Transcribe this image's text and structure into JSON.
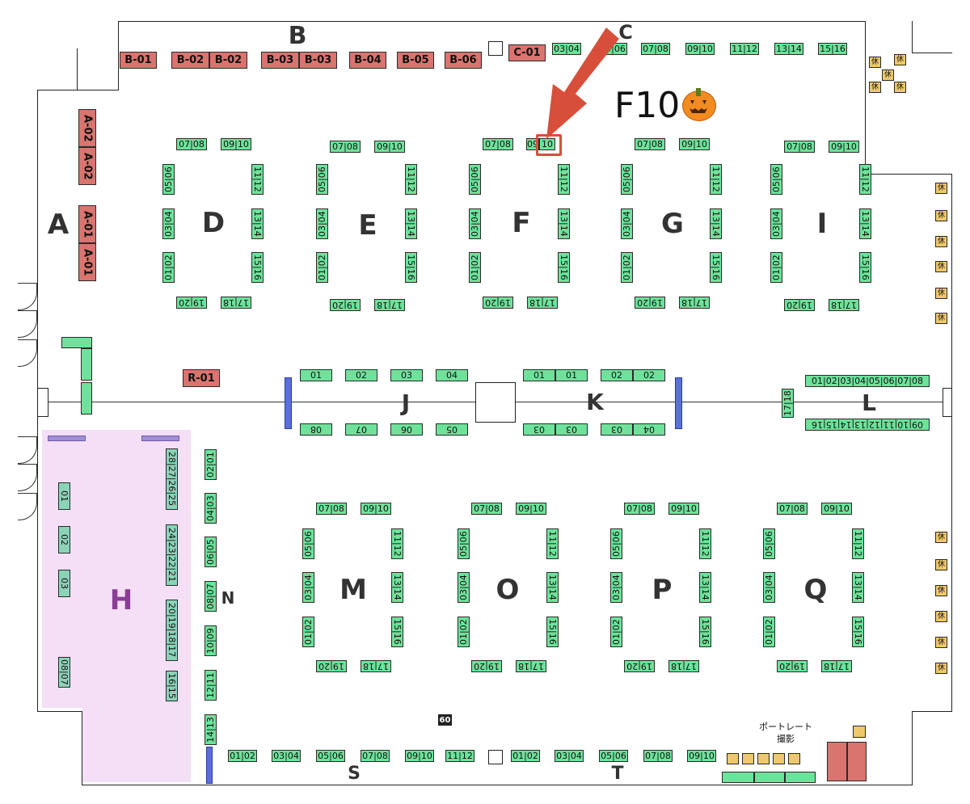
{
  "map": {
    "areas": [
      {
        "id": "A",
        "label": "A"
      },
      {
        "id": "B",
        "label": "B"
      },
      {
        "id": "C",
        "label": "C"
      },
      {
        "id": "D",
        "label": "D"
      },
      {
        "id": "E",
        "label": "E"
      },
      {
        "id": "F",
        "label": "F"
      },
      {
        "id": "G",
        "label": "G"
      },
      {
        "id": "I",
        "label": "I"
      },
      {
        "id": "J",
        "label": "J"
      },
      {
        "id": "K",
        "label": "K"
      },
      {
        "id": "L",
        "label": "L"
      },
      {
        "id": "H",
        "label": "H"
      },
      {
        "id": "N",
        "label": "N"
      },
      {
        "id": "M",
        "label": "M"
      },
      {
        "id": "O",
        "label": "O"
      },
      {
        "id": "P",
        "label": "P"
      },
      {
        "id": "Q",
        "label": "Q"
      },
      {
        "id": "S",
        "label": "S"
      },
      {
        "id": "T",
        "label": "T"
      }
    ],
    "highlight": {
      "booth": "F10",
      "label": "F10",
      "emoji": "🎃"
    },
    "portrait_label_line1": "ポートレート",
    "portrait_label_line2": "撮影",
    "marker_60": "60",
    "kanji": "休",
    "colors": {
      "green": "#6ee29a",
      "red": "#d9746f",
      "yellow": "#eec86a",
      "purple": "#a18fd6",
      "blue": "#5a6fd8",
      "h_zone": "#f5dff7",
      "arrow": "#d74f3b"
    }
  },
  "text": {
    "B01": "B-01",
    "B02": "B-02",
    "B03": "B-03",
    "B04": "B-04",
    "B05": "B-05",
    "B06": "B-06",
    "C01": "C-01",
    "A01": "A-01",
    "A02": "A-02",
    "R01": "R-01",
    "n0102": "01|02",
    "n0304": "03|04",
    "n0506": "05|06",
    "n0708": "07|08",
    "n0910": "09|10",
    "n1112": "11|12",
    "n1314": "13|14",
    "n1516": "15|16",
    "n1718": "17|18",
    "n1920": "19|20",
    "n01": "01",
    "n02": "02",
    "n03": "03",
    "n04": "04",
    "n05": "05",
    "n06": "06",
    "n07": "07",
    "n08": "08",
    "n09": "09",
    "n10": "10",
    "c03": "03",
    "c04": "04",
    "l010208": "01|02|03|04|05|06|07|08",
    "l0916": "09|10|11|12|13|14|15|16",
    "l1718": "17|18",
    "h01": "01",
    "h02": "02",
    "h03": "03",
    "h0807": "08|07",
    "h2825": "28|27|26|25",
    "h2421": "24|23|22|21",
    "h2017": "20|19|18|17",
    "h1615": "16|15",
    "nn0201": "02|01",
    "nn0403": "04|03",
    "nn0605": "06|05",
    "nn0807": "08|07",
    "nn1009": "10|09",
    "nn1211": "12|11",
    "nn1413": "14|13"
  }
}
